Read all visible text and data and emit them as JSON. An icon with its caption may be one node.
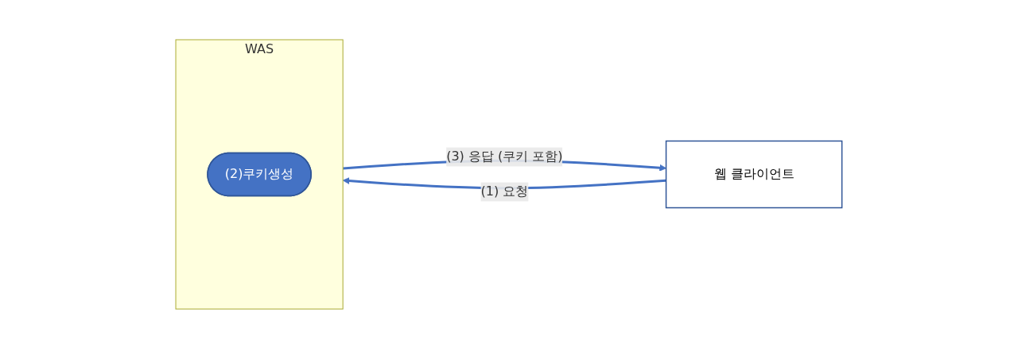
{
  "diagram": {
    "nodes": [
      {
        "text": [
          "웹 클라이언트"
        ]
      },
      {
        "text": [
          "WAS"
        ]
      },
      {
        "text": [
          "(2)쿠키생성"
        ],
        "in": 1
      }
    ],
    "edges": [
      {
        "from": 0,
        "to": 1,
        "arrow": "to",
        "label": "(1) 요청"
      },
      {
        "from": 1,
        "to": 0,
        "arrow": "to",
        "label": "(3) 응답 (쿠키 포함)"
      }
    ]
  }
}
